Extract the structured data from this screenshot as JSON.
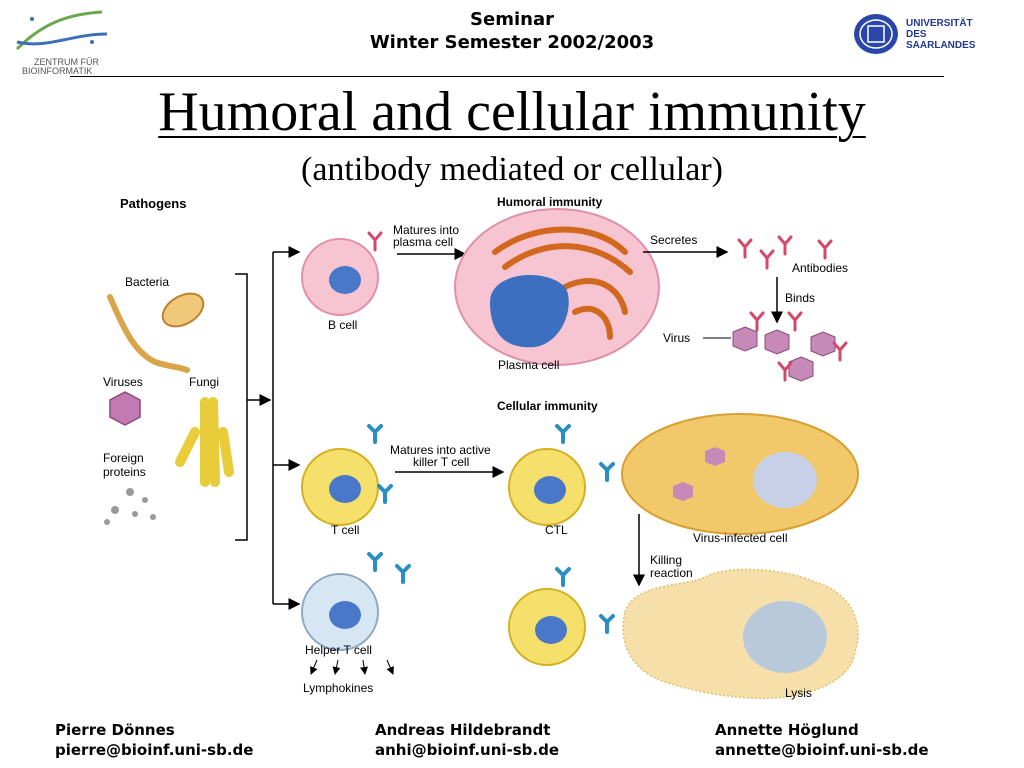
{
  "header": {
    "line1": "Seminar",
    "line2": "Winter Semester 2002/2003"
  },
  "logos": {
    "left_text_1": "ZENTRUM FÜR",
    "left_text_2": "BIOINFORMATIK",
    "right_line1": "UNIVERSITÄT",
    "right_line2": "DES",
    "right_line3": "SAARLANDES"
  },
  "title": "Humoral and cellular immunity",
  "subtitle": "(antibody mediated or cellular)",
  "diagram": {
    "pathogens": "Pathogens",
    "humoral": "Humoral immunity",
    "cellular": "Cellular immunity",
    "bacteria": "Bacteria",
    "viruses": "Viruses",
    "fungi": "Fungi",
    "foreign1": "Foreign",
    "foreign2": "proteins",
    "b_cell": "B cell",
    "matures_plasma_1": "Matures into",
    "matures_plasma_2": "plasma cell",
    "plasma_cell": "Plasma cell",
    "secretes": "Secretes",
    "antibodies": "Antibodies",
    "binds": "Binds",
    "virus": "Virus",
    "t_cell": "T cell",
    "matures_killer_1": "Matures into active",
    "matures_killer_2": "killer T cell",
    "ctl": "CTL",
    "virus_infected": "Virus-infected cell",
    "killing_1": "Killing",
    "killing_2": "reaction",
    "lysis": "Lysis",
    "helper": "Helper T cell",
    "lymphokines": "Lymphokines"
  },
  "footer": {
    "p1_name": "Pierre Dönnes",
    "p1_email": "pierre@bioinf.uni-sb.de",
    "p2_name": "Andreas Hildebrandt",
    "p2_email": "anhi@bioinf.uni-sb.de",
    "p3_name": "Annette Höglund",
    "p3_email": "annette@bioinf.uni-sb.de"
  },
  "colors": {
    "bcell": "#f7c5d2",
    "tcell": "#f4e06a",
    "helper": "#d6e6f2",
    "nucleus": "#4a78c8",
    "infected": "#f2c96a",
    "virus": "#c78ab8"
  }
}
